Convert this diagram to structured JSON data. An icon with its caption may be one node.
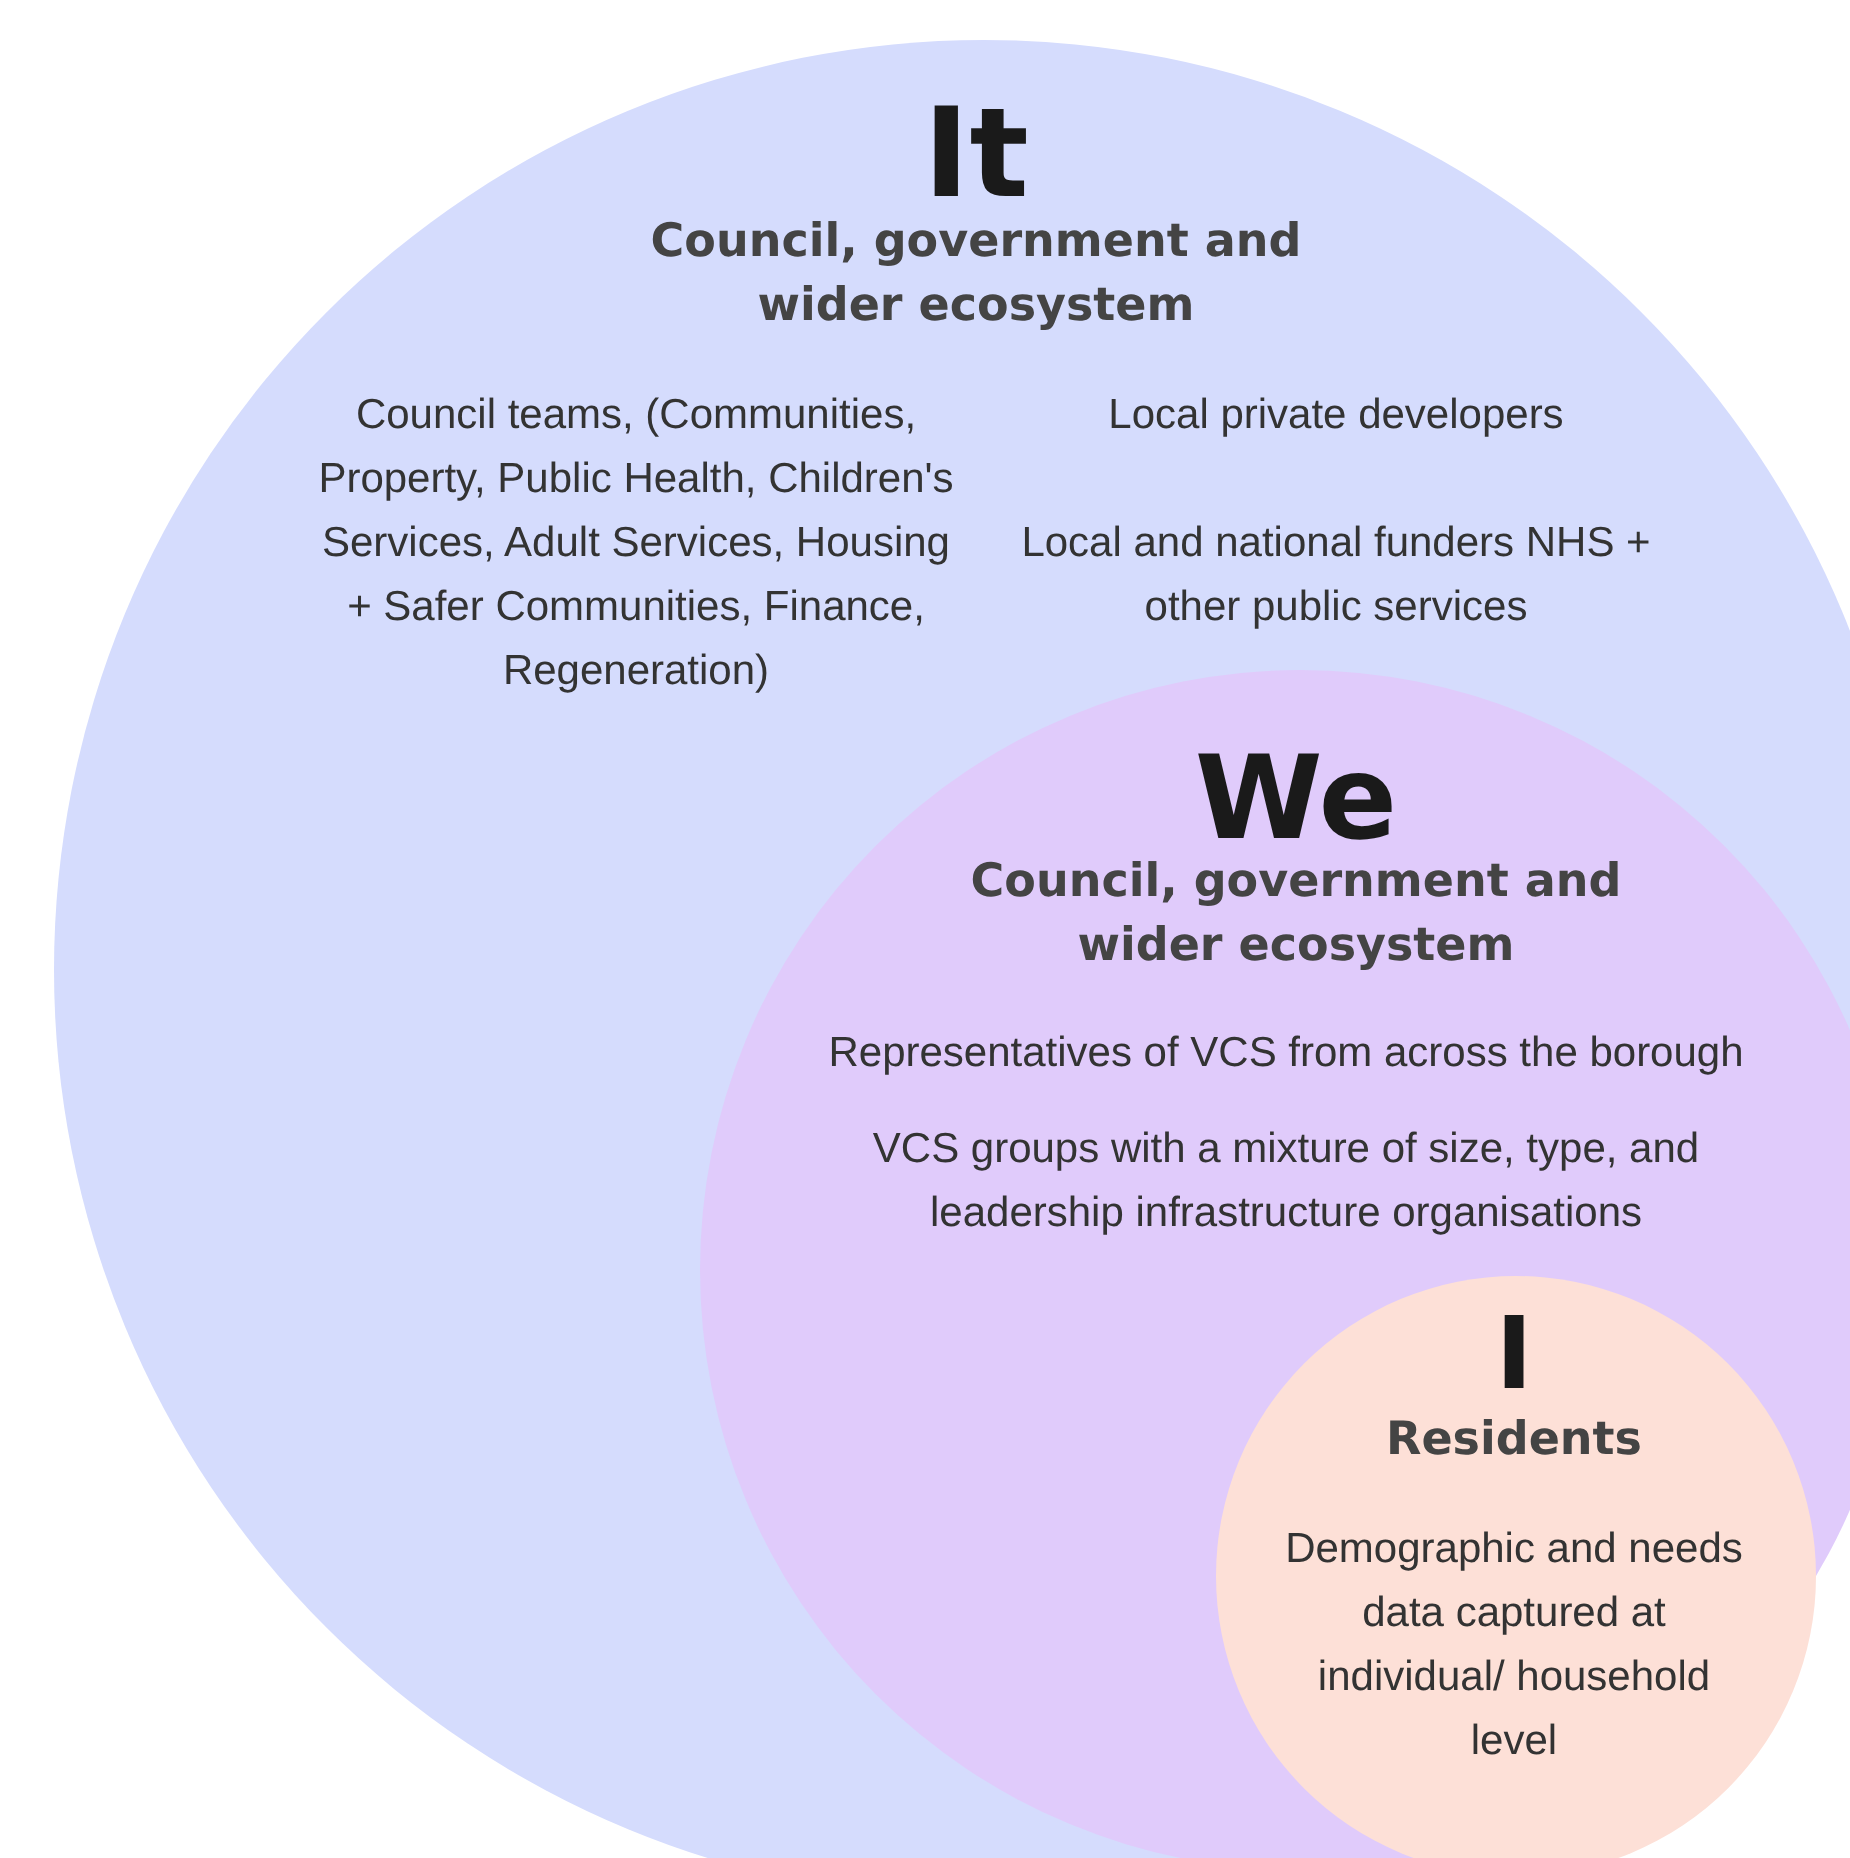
{
  "diagram": {
    "nodes": [
      {
        "text": [
          "It",
          "Council, government and wider ecosystem",
          "Council teams, (Communities, Property, Public Health, Children's Services, Adult Services, Housing + Safer Communities, Finance, Regeneration)",
          "Local private developers",
          "Local and national funders NHS + other public services"
        ]
      },
      {
        "text": [
          "We",
          "Council, government and wider ecosystem",
          "Representatives of VCS from across the borough",
          "VCS groups with a mixture of size, type, and leadership infrastructure organisations"
        ],
        "in": 0
      },
      {
        "text": [
          "I",
          "Residents",
          "Demographic and needs data captured at individual/ household level"
        ],
        "in": 1
      }
    ]
  }
}
